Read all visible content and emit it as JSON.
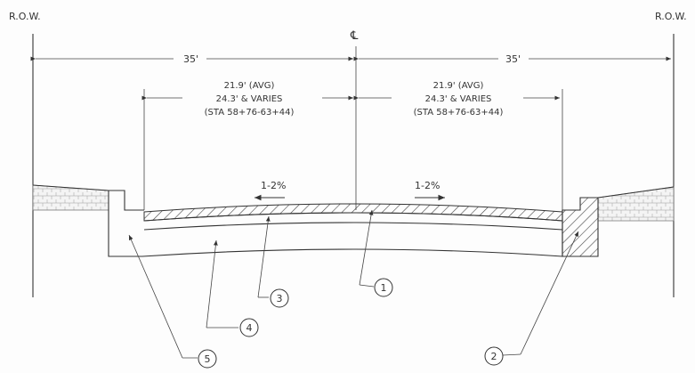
{
  "labels": {
    "row_left": "R.O.W.",
    "row_right": "R.O.W.",
    "centerline": "℄",
    "dim_total_left": "35'",
    "dim_total_right": "35'",
    "lane_left": {
      "line1": "21.9' (AVG)",
      "line2": "24.3' & VARIES",
      "line3": "(STA 58+76-63+44)"
    },
    "lane_right": {
      "line1": "21.9' (AVG)",
      "line2": "24.3' & VARIES",
      "line3": "(STA 58+76-63+44)"
    },
    "slope_left": "1-2%",
    "slope_right": "1-2%"
  },
  "callouts": [
    "1",
    "2",
    "3",
    "4",
    "5"
  ],
  "icons": [
    "arrow-left-icon",
    "arrow-right-icon",
    "pavers-hatch-icon",
    "curb-hatch-icon"
  ]
}
